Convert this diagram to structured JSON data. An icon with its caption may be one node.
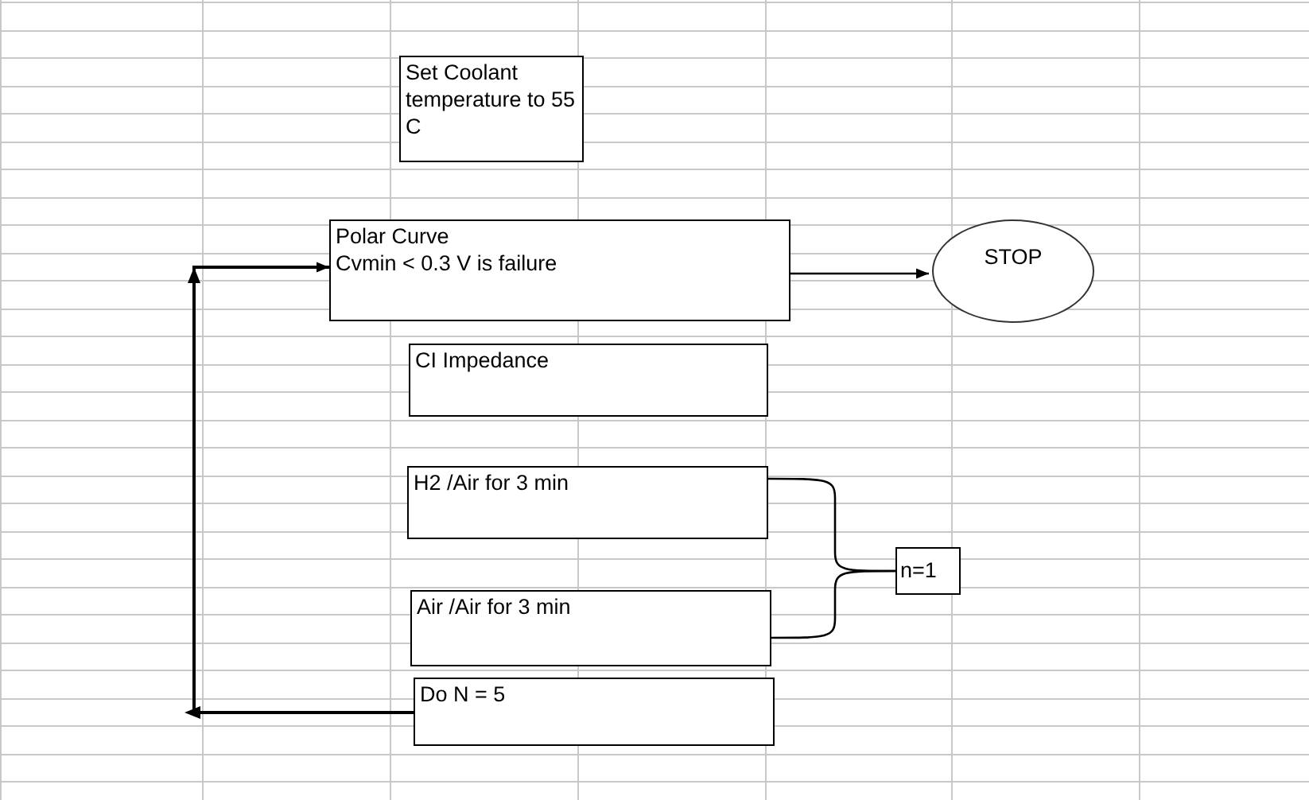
{
  "diagram": {
    "nodes": [
      {
        "text": [
          "Set Coolant temperature to 55 C"
        ]
      },
      {
        "text": [
          "Polar Curve",
          "Cvmin < 0.3 V is failure"
        ]
      },
      {
        "text": [
          "STOP"
        ]
      },
      {
        "text": [
          "CI Impedance"
        ]
      },
      {
        "text": [
          "H2 /Air for 3 min"
        ]
      },
      {
        "text": [
          "Air /Air for 3 min"
        ]
      },
      {
        "text": [
          "n=1"
        ]
      },
      {
        "text": [
          "Do N = 5"
        ]
      }
    ],
    "edges": [
      {
        "from": 7,
        "to": 1,
        "arrow": "to"
      },
      {
        "from": 1,
        "to": 2,
        "arrow": "to"
      },
      {
        "from": 4,
        "to": 6,
        "arrow": "none"
      },
      {
        "from": 5,
        "to": 6,
        "arrow": "none"
      }
    ]
  }
}
